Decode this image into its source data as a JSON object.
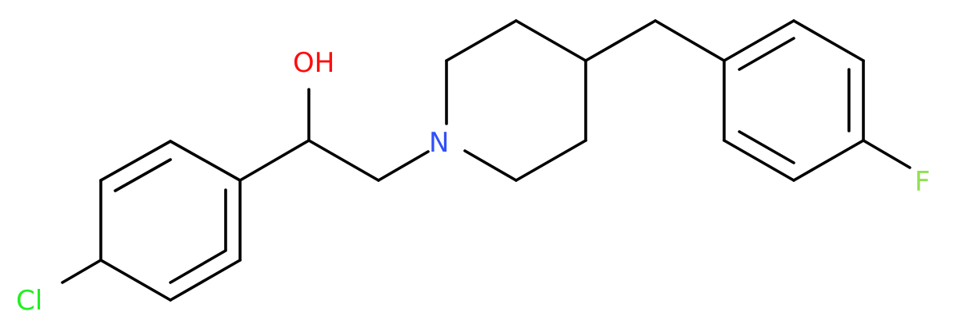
{
  "atoms": {
    "hydroxyl": {
      "text": "OH",
      "color": "#ff0d0d"
    },
    "nitrogen": {
      "text": "N",
      "color": "#3050f8"
    },
    "chlorine": {
      "text": "Cl",
      "color": "#1ff01f"
    },
    "fluorine": {
      "text": "F",
      "color": "#90e050"
    }
  },
  "bond_color": "#000000",
  "background": "#ffffff"
}
